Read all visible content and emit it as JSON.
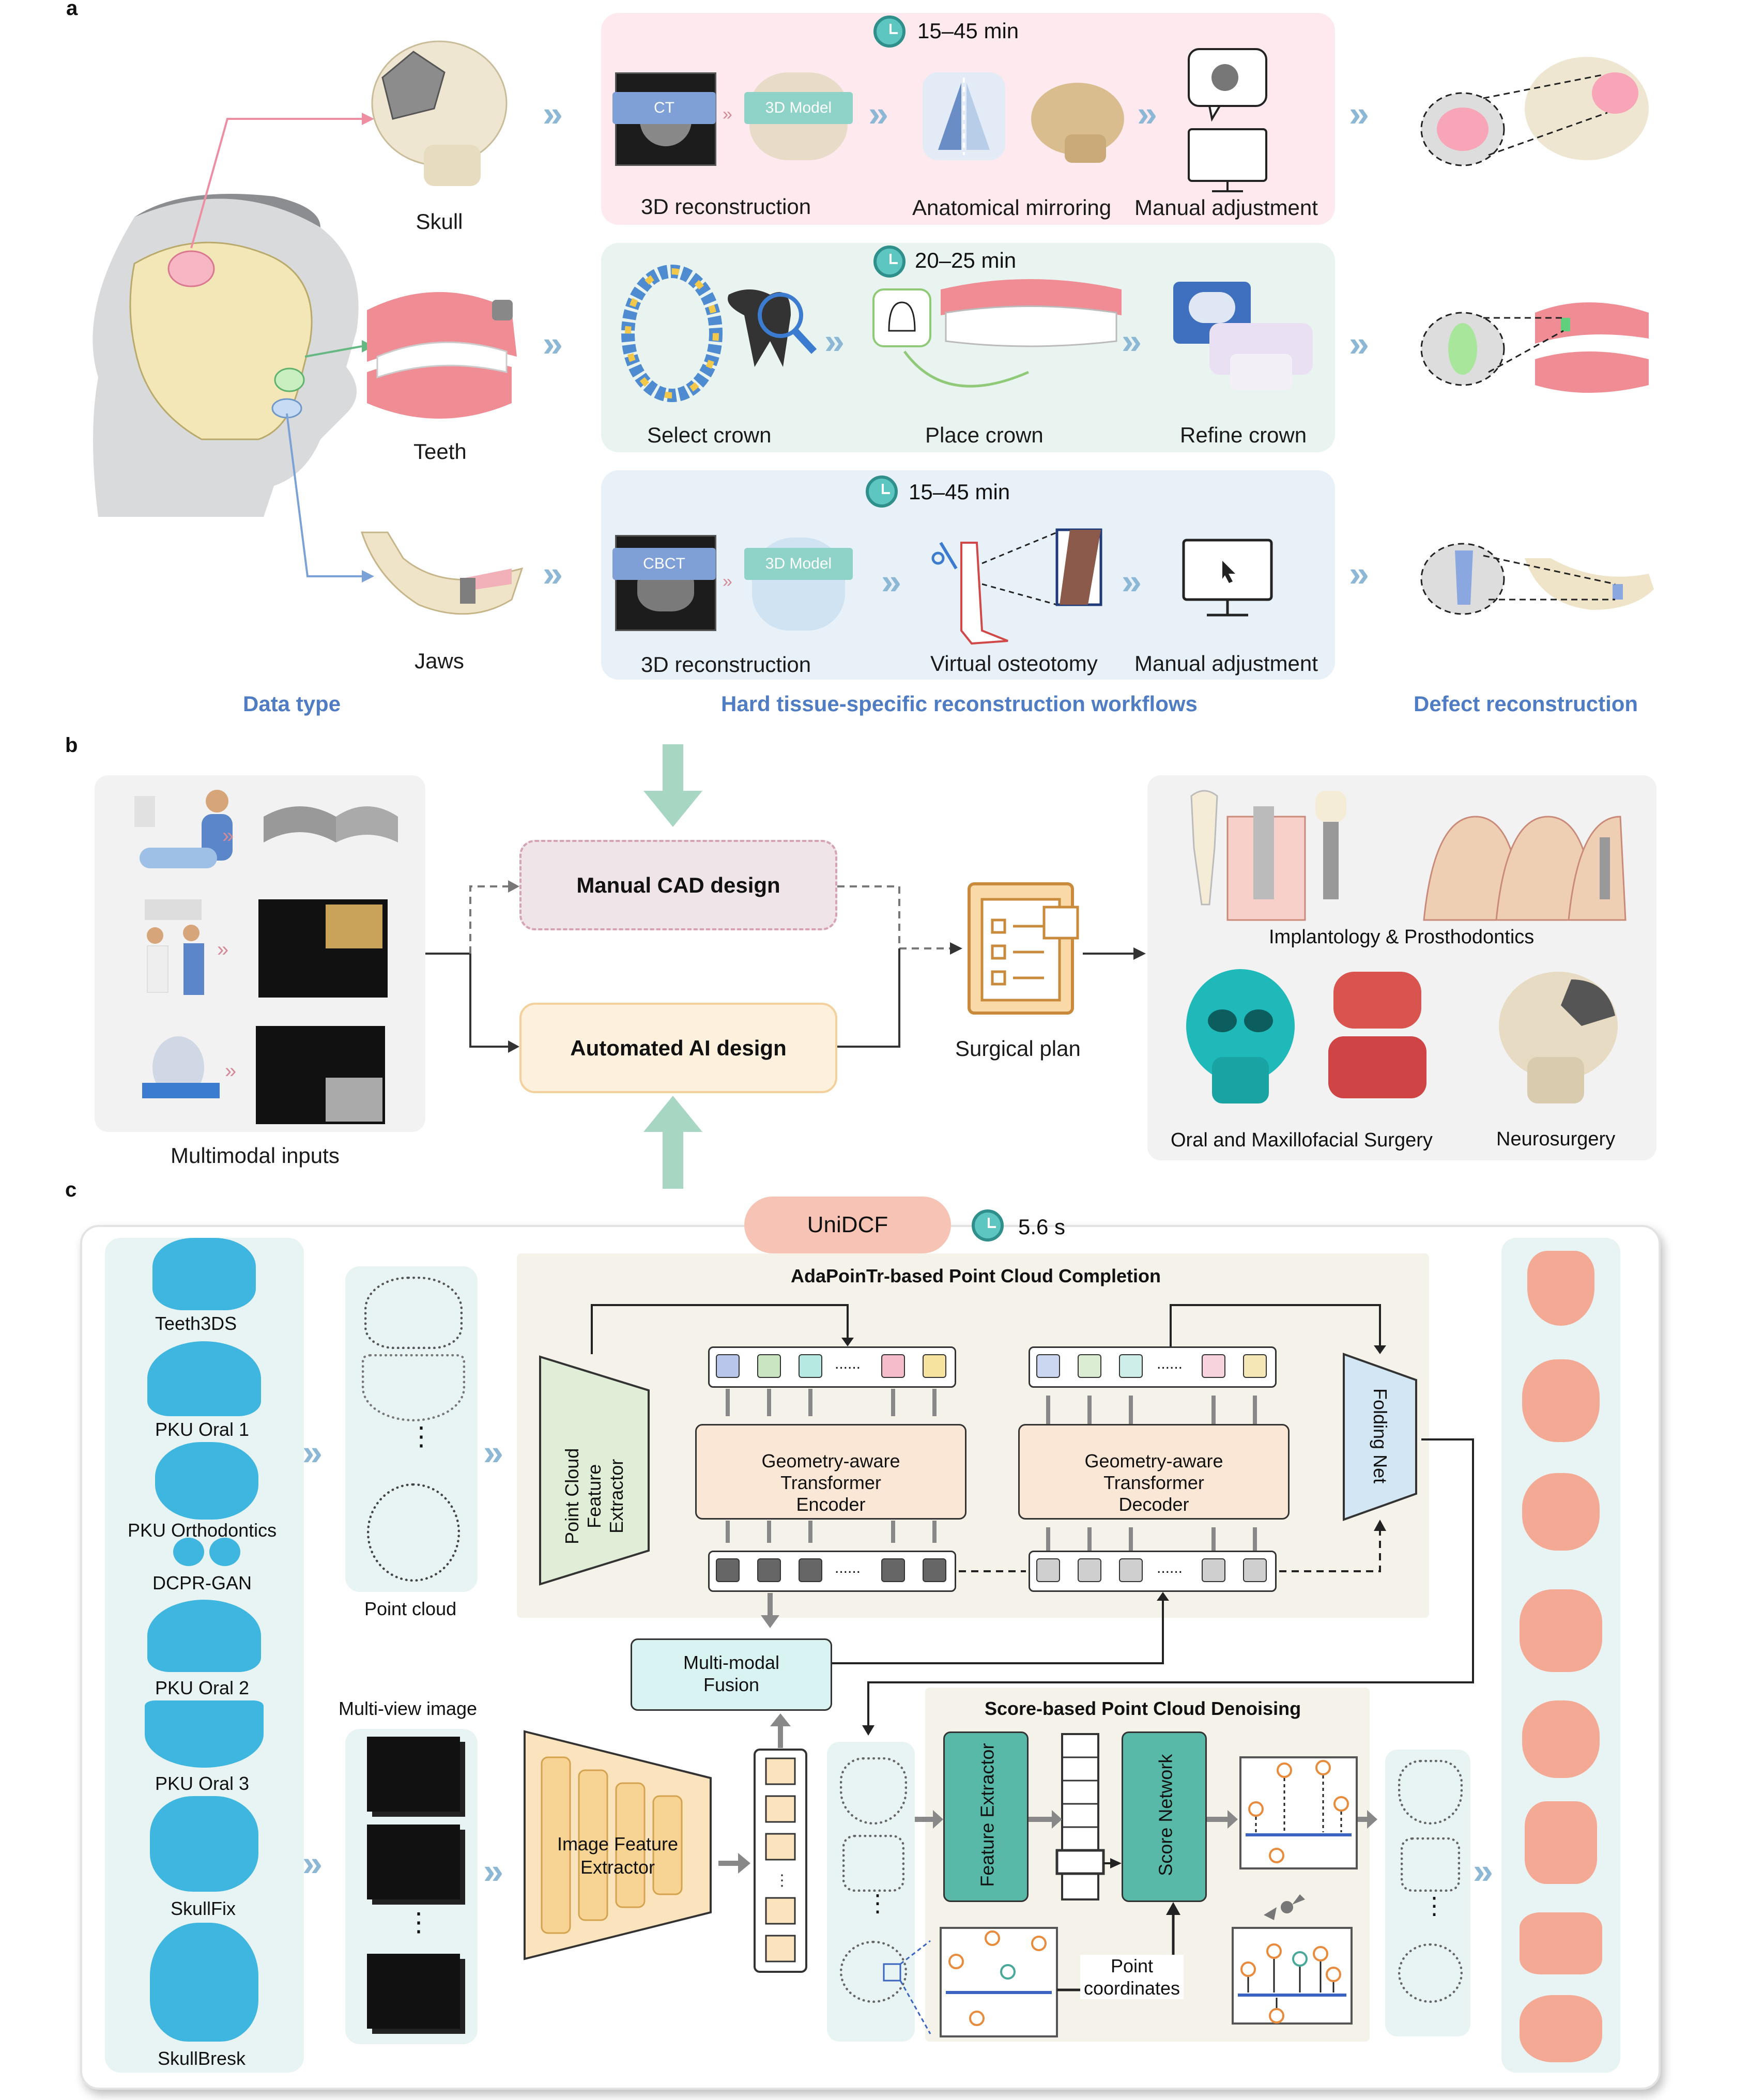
{
  "panels": {
    "a": "a",
    "b": "b",
    "c": "c"
  },
  "panel_a": {
    "data_types": [
      "Skull",
      "Teeth",
      "Jaws"
    ],
    "rows": [
      {
        "time": "15–45 min",
        "chip1": "CT",
        "chip2": "3D Model",
        "steps": [
          "3D reconstruction",
          "Anatomical mirroring",
          "Manual adjustment"
        ]
      },
      {
        "time": "20–25 min",
        "steps": [
          "Select crown",
          "Place crown",
          "Refine crown"
        ]
      },
      {
        "time": "15–45 min",
        "chip1": "CBCT",
        "chip2": "3D Model",
        "steps": [
          "3D reconstruction",
          "Virtual osteotomy",
          "Manual adjustment"
        ]
      }
    ],
    "footer": {
      "left": "Data type",
      "middle": "Hard tissue-specific reconstruction workflows",
      "right": "Defect reconstruction"
    }
  },
  "panel_b": {
    "inputs_label": "Multimodal inputs",
    "manual": "Manual CAD design",
    "auto": "Automated AI design",
    "plan": "Surgical plan",
    "outputs": {
      "top": "Implantology & Prosthodontics",
      "left": "Oral and Maxillofacial Surgery",
      "right": "Neurosurgery"
    }
  },
  "panel_c": {
    "model": "UniDCF",
    "time": "5.6 s",
    "datasets": [
      "Teeth3DS",
      "PKU Oral 1",
      "PKU Orthodontics",
      "DCPR-GAN",
      "PKU Oral 2",
      "PKU Oral 3",
      "SkullFix",
      "SkullBresk"
    ],
    "point_cloud_label": "Point cloud",
    "multiview_label": "Multi-view image",
    "completion_title": "AdaPoinTr-based Point Cloud Completion",
    "pc_extractor": "Point Cloud Feature Extractor",
    "encoder": "Geometry-aware Transformer Encoder",
    "decoder": "Geometry-aware Transformer Decoder",
    "folding": "Folding Net",
    "fusion": "Multi-modal Fusion",
    "img_extractor": "Image Feature Extractor",
    "denoise_title": "Score-based Point Cloud Denoising",
    "feat_extractor": "Feature Extractor",
    "score_net": "Score Network",
    "point_coords": "Point coordinates",
    "ellipsis": "......",
    "vdots": "⋮"
  },
  "colors": {
    "pink_bg": "#fde9ee",
    "green_bg": "#e9f4f1",
    "blue_bg": "#e8f0f8",
    "accent_blue": "#4f7cc2",
    "teal": "#48a99a",
    "orange": "#e98b73"
  }
}
